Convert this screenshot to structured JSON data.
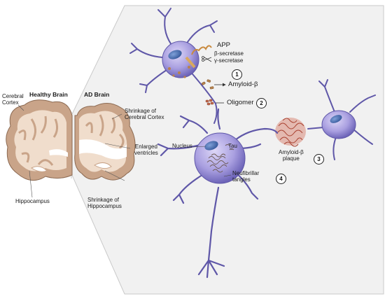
{
  "figure": {
    "healthy_brain": {
      "title": "Healthy Brain",
      "cerebral_cortex": "Cerebral\nCortex",
      "hippocampus": "Hippocampus"
    },
    "ad_brain": {
      "title": "AD Brain",
      "shrinkage_cortex": "Shrinkage of\nCerebral Cortex",
      "enlarged_ventricles": "Enlarged\nventricles",
      "shrinkage_hippocampus": "Shrinkage of\nHippocampus"
    },
    "pathway": {
      "app": "APP",
      "beta_secretase": "β-secretase",
      "gamma_secretase": "γ-secretase",
      "amyloid_beta": "Amyloid-β",
      "oligomer": "Oligomer",
      "nucleus": "Nucleus",
      "tau": "Tau",
      "plaque": "Amyloid-β\nplaque",
      "tangles": "Neufibrillar\ntangles"
    },
    "steps": [
      "1",
      "2",
      "3",
      "4"
    ],
    "colors": {
      "panel_bg": "#f1f1f1",
      "neuron": "#7b72c4",
      "neuron_body": "#b4abe6",
      "nucleus": "#4a6fb0",
      "brain_outer": "#c9a489",
      "brain_inner": "#f0ddcc",
      "plaque": "#a8402f",
      "tangle": "#6d5a55"
    }
  }
}
